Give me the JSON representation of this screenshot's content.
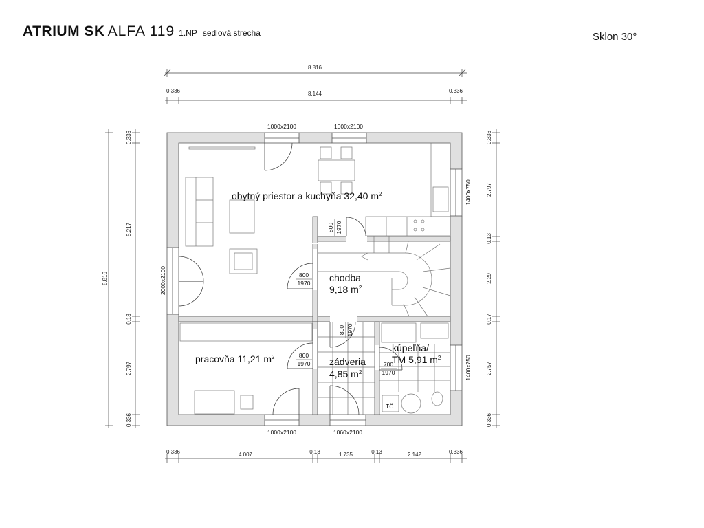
{
  "header": {
    "brand": "ATRIUM SK",
    "model": "ALFA 119",
    "floor": "1.NP",
    "roof": "sedlová strecha",
    "slope": "Sklon 30°"
  },
  "rooms": {
    "living": {
      "name": "obytný priestor a kuchyňa",
      "area": "32,40 m",
      "sup": "2"
    },
    "hall": {
      "name": "chodba",
      "area": "9,18 m",
      "sup": "2"
    },
    "study": {
      "name": "pracovňa",
      "area": "11,21 m",
      "sup": "2"
    },
    "entry": {
      "name": "zádveria",
      "area": "4,85 m",
      "sup": "2"
    },
    "bath": {
      "name": "kúpeľňa/",
      "name2": "TM",
      "area": "5,91 m",
      "sup": "2"
    }
  },
  "fixtures": {
    "heatpump": "TČ"
  },
  "windows": {
    "top_left": "1000x2100",
    "top_right": "1000x2100",
    "left": "2000x2100",
    "right_top": "1400x750",
    "right_bottom": "1400x750",
    "bottom_left": "1000x2100",
    "bottom_right": "1060x2100"
  },
  "interior_doors": {
    "kitchen_w": "800",
    "kitchen_h": "1970",
    "hall_w": "800",
    "hall_h": "1970",
    "entry_w": "800",
    "entry_h": "1970",
    "study_w": "800",
    "study_h": "1970",
    "bath_w": "700",
    "bath_h": "1970"
  },
  "dims": {
    "top_total": "8.816",
    "top_wall_left": "0.336",
    "top_inner": "8.144",
    "top_wall_right": "0.336",
    "left_total": "8.816",
    "left_1": "0.336",
    "left_2": "5.217",
    "left_3": "0.13",
    "left_4": "2.797",
    "left_5": "0.336",
    "right_1": "0.336",
    "right_2": "2.797",
    "right_3": "0.13",
    "right_4": "2.29",
    "right_5": "0.17",
    "right_6": "2.757",
    "right_7": "0.336",
    "bot_1": "0.336",
    "bot_2": "4.007",
    "bot_3": "0.13",
    "bot_4": "1.735",
    "bot_5": "0.13",
    "bot_6": "2.142",
    "bot_7": "0.336"
  }
}
